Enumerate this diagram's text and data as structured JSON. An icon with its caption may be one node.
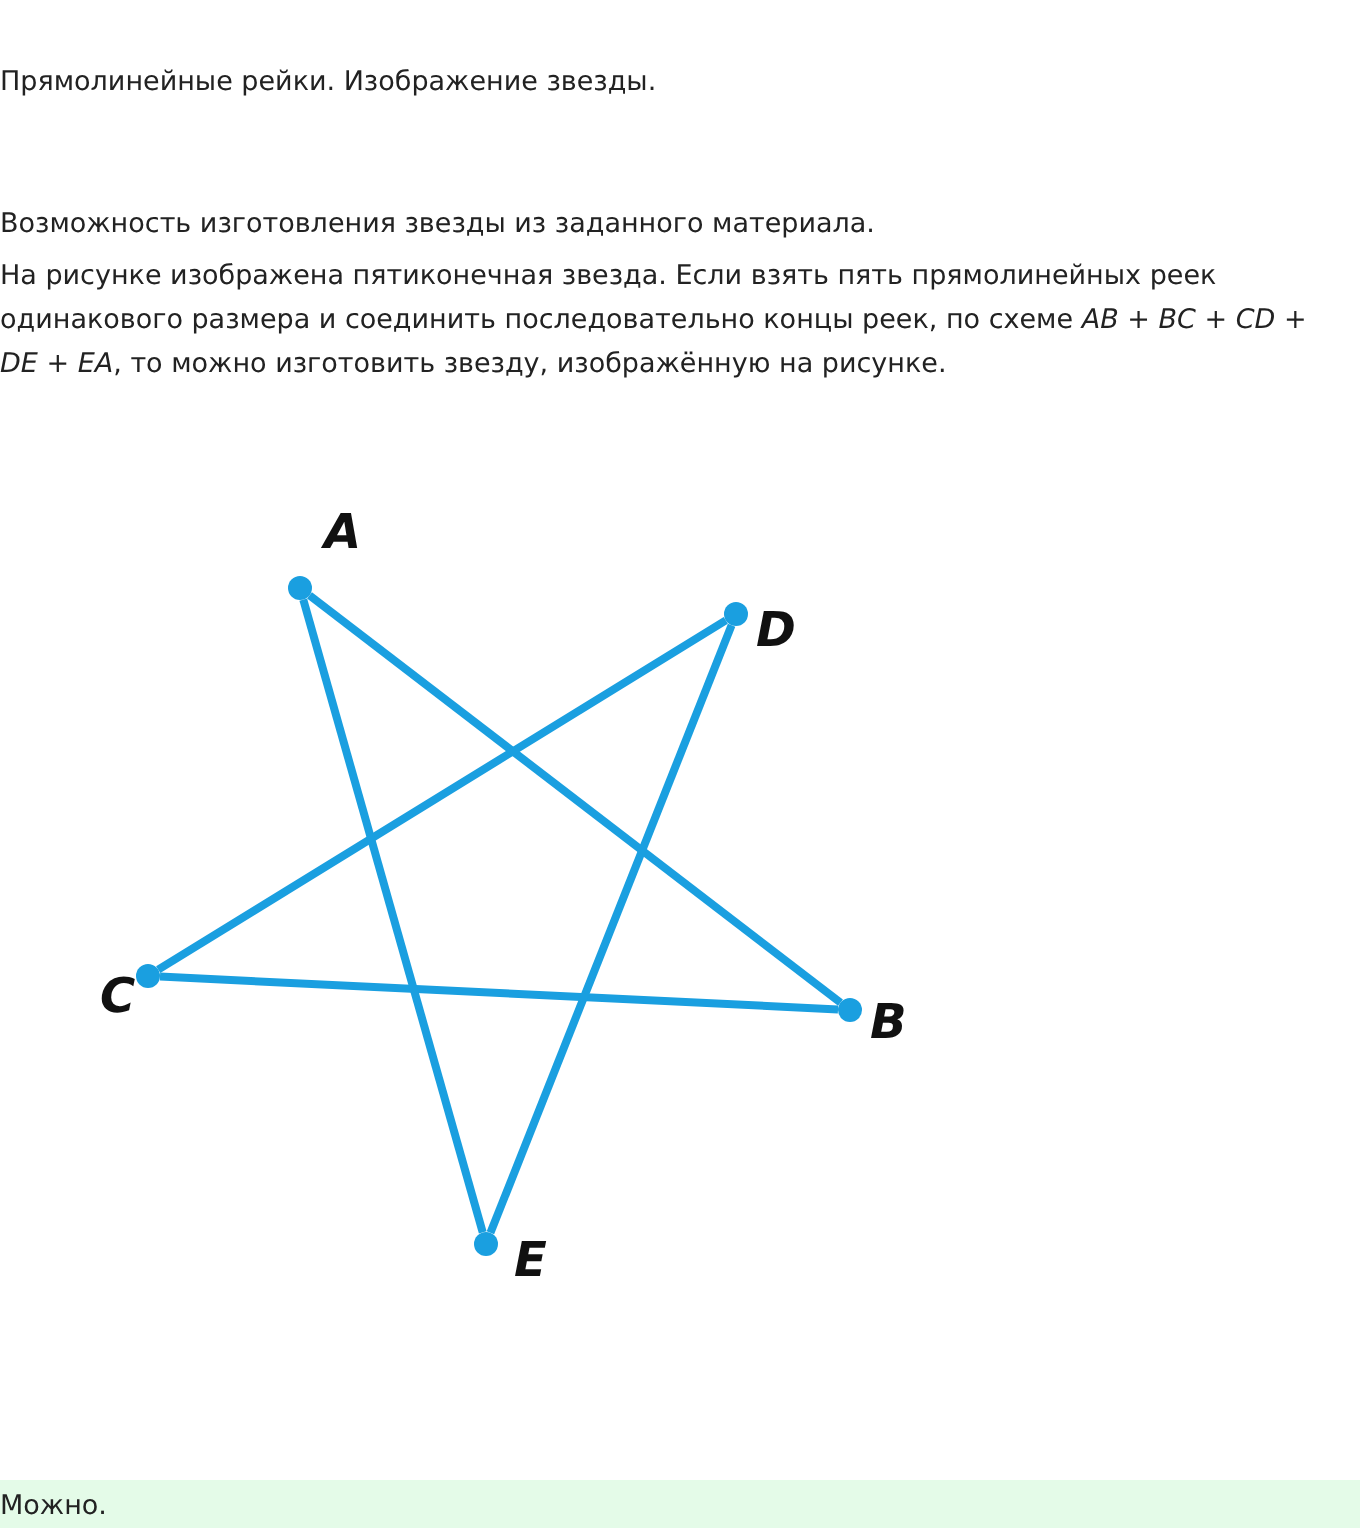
{
  "diagram": {
    "title": "Прямолинейные рейки. Изображение звезды.",
    "nodes": [
      {
        "text": [],
        "shape": "circle",
        "beside": [
          "A"
        ]
      },
      {
        "text": [],
        "shape": "circle",
        "beside": [
          "B"
        ]
      },
      {
        "text": [],
        "shape": "circle",
        "beside": [
          "C"
        ]
      },
      {
        "text": [],
        "shape": "circle",
        "beside": [
          "D"
        ]
      },
      {
        "text": [],
        "shape": "circle",
        "beside": [
          "E"
        ]
      }
    ],
    "edges": [
      {
        "from": 0,
        "to": 1,
        "arrow": "none"
      },
      {
        "from": 1,
        "to": 2,
        "arrow": "none"
      },
      {
        "from": 2,
        "to": 3,
        "arrow": "none"
      },
      {
        "from": 3,
        "to": 4,
        "arrow": "none"
      },
      {
        "from": 4,
        "to": 0,
        "arrow": "none"
      }
    ],
    "labels": [
      "Возможность изготовления звезды из заданного материала.",
      "На рисунке изображена пятиконечная звезда. Если взять пять прямолинейных реек одинакового размера и соединить последовательно концы реек, по схеме *AB* + *BC* + *CD* + *DE* + *EA*, то можно изготовить звезду, изображённую на рисунке.",
      "Можно."
    ]
  }
}
